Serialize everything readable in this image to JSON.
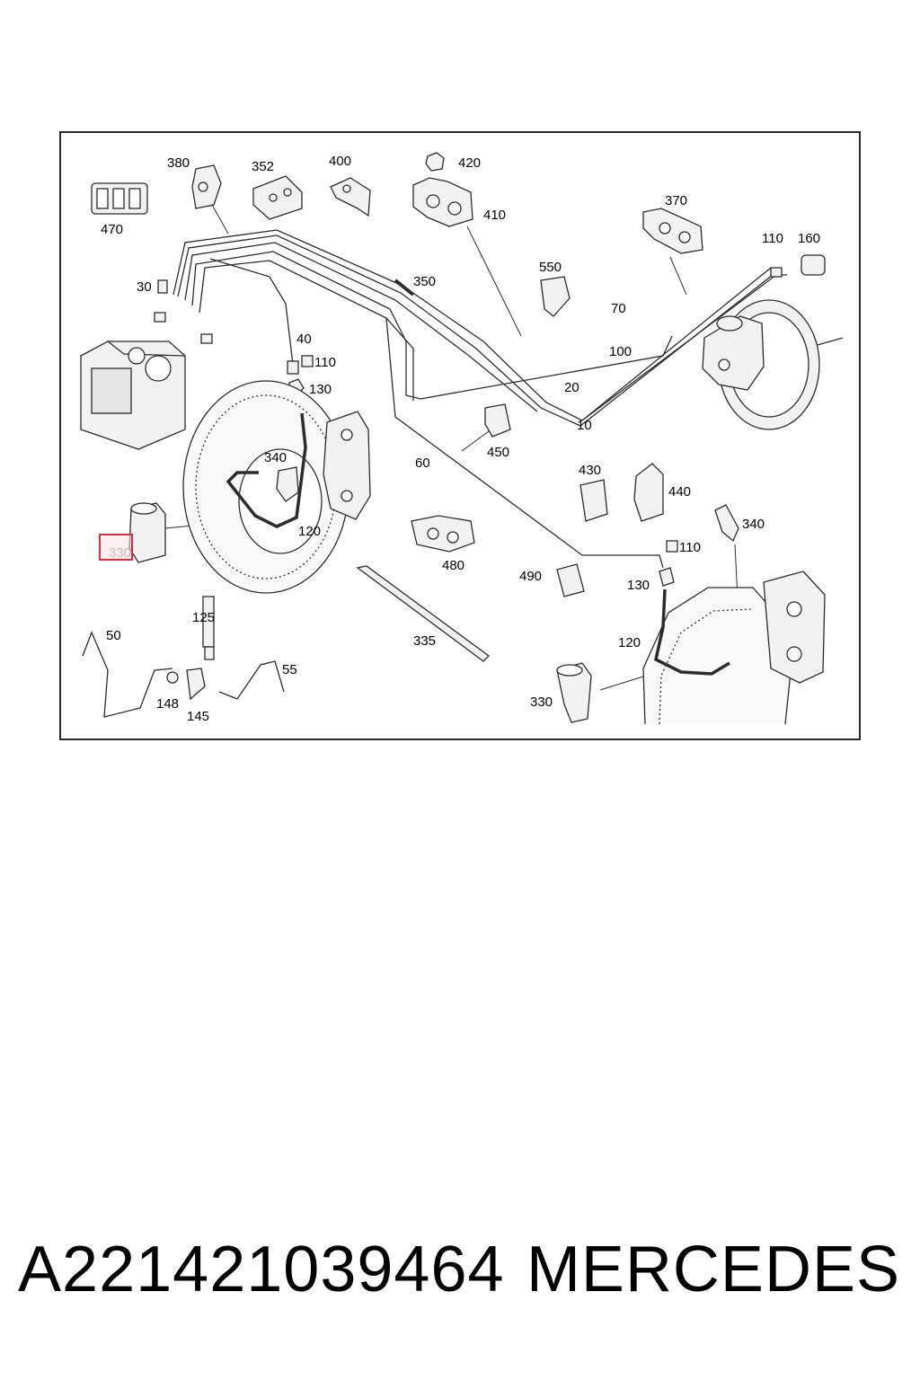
{
  "diagram": {
    "callouts": [
      "470",
      "380",
      "352",
      "400",
      "420",
      "410",
      "370",
      "110",
      "160",
      "30",
      "550",
      "350",
      "70",
      "40",
      "110",
      "100",
      "130",
      "20",
      "10",
      "450",
      "340",
      "60",
      "430",
      "440",
      "120",
      "340",
      "330",
      "110",
      "480",
      "490",
      "130",
      "125",
      "50",
      "335",
      "120",
      "55",
      "148",
      "145",
      "330"
    ],
    "highlighted_callout_index": 26,
    "highlight_color": "#e02b3a"
  },
  "footer": {
    "part_number": "A221421039464",
    "brand": "MERCEDES"
  }
}
